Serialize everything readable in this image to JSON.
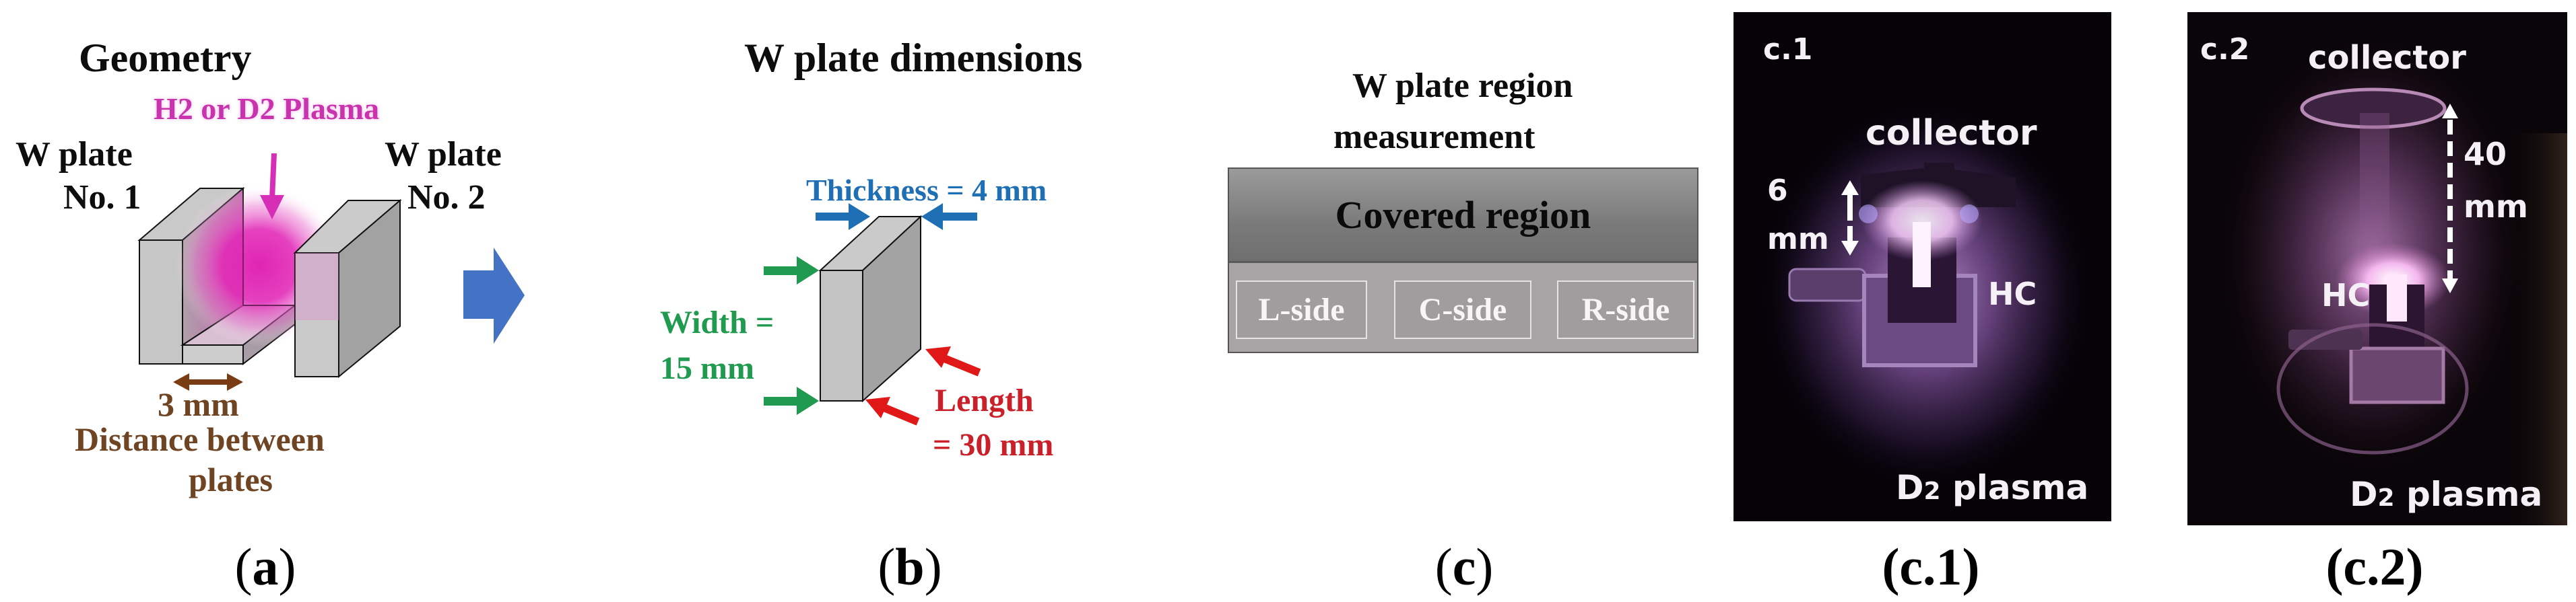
{
  "figure": {
    "panels": [
      {
        "id": "a",
        "caption": "a"
      },
      {
        "id": "b",
        "caption": "b"
      },
      {
        "id": "c",
        "caption": "c"
      },
      {
        "id": "c1",
        "caption": "c.1"
      },
      {
        "id": "c2",
        "caption": "c.2"
      }
    ]
  },
  "panel_a": {
    "title": "Geometry",
    "plasma_label": "H2 or D2 Plasma",
    "plate1_label_line1": "W plate",
    "plate1_label_line2": "No. 1",
    "plate2_label_line1": "W plate",
    "plate2_label_line2": "No. 2",
    "gap_value": "3 mm",
    "gap_label_line1": "Distance between",
    "gap_label_line2": "plates",
    "caption_open": "(",
    "caption_letter": "a",
    "caption_close": ")",
    "colors": {
      "plasma": "#d633b8",
      "gap": "#7a4a24",
      "next_arrow": "#4472c4",
      "plate_light": "#c8c8c8",
      "plate_dark": "#a0a0a0"
    }
  },
  "panel_b": {
    "title": "W plate dimensions",
    "thickness_label": "Thickness = 4 mm",
    "width_label_line1": "Width =",
    "width_label_line2": "15 mm",
    "length_label_line1": "Length",
    "length_label_line2": "= 30 mm",
    "caption_open": "(",
    "caption_letter": "b",
    "caption_close": ")",
    "colors": {
      "thickness": "#1f6fb5",
      "width": "#1f9a4e",
      "length": "#d42020"
    }
  },
  "panel_c": {
    "title_line1": "W plate region",
    "title_line2": "measurement",
    "header": "Covered region",
    "sides": [
      "L-side",
      "C-side",
      "R-side"
    ],
    "caption_open": "(",
    "caption_letter": "c",
    "caption_close": ")"
  },
  "panel_c1": {
    "tag": "c.1",
    "collector_label": "collector",
    "distance_value": "6",
    "distance_unit": "mm",
    "hc_label": "HC",
    "plasma_prefix": "D",
    "plasma_sub": "2",
    "plasma_suffix": " plasma",
    "caption": "(c.1)"
  },
  "panel_c2": {
    "tag": "c.2",
    "collector_label": "collector",
    "distance_value": "40",
    "distance_unit": "mm",
    "hc_label": "HC",
    "plasma_prefix": "D",
    "plasma_sub": "2",
    "plasma_suffix": " plasma",
    "caption": "(c.2)"
  }
}
